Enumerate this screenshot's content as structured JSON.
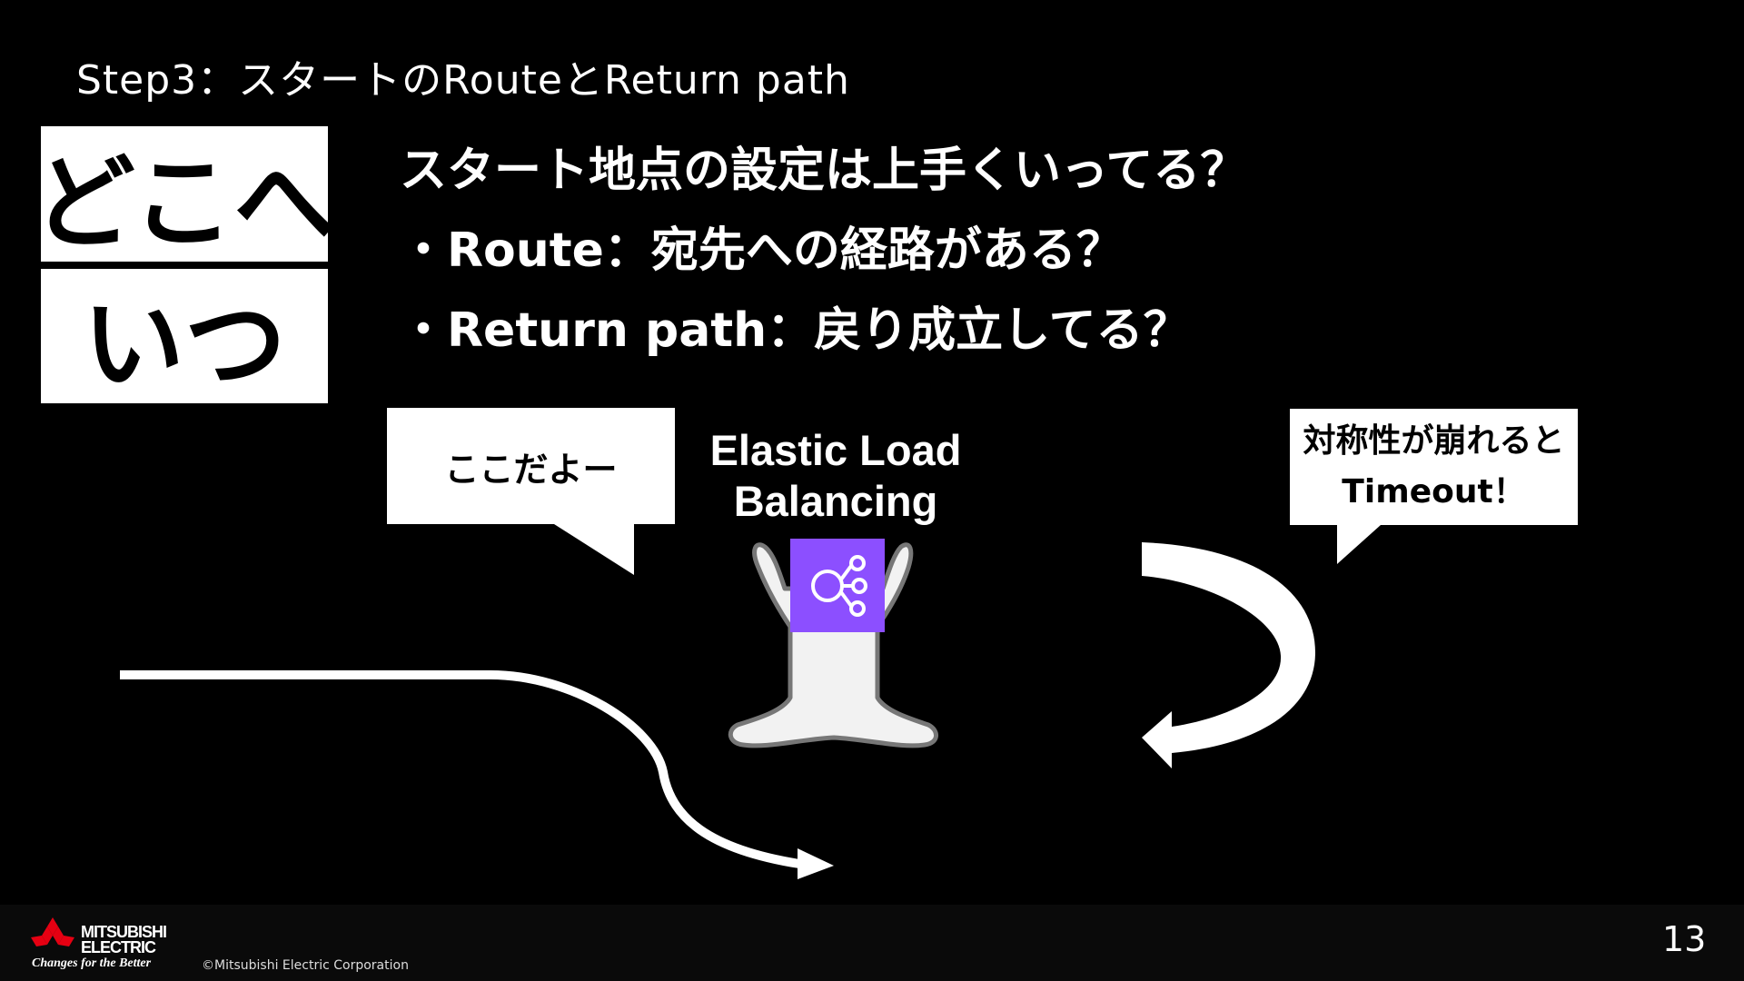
{
  "slide": {
    "title": "Step3：スタートのRouteとReturn path",
    "tags": {
      "where": "どこへ",
      "when": "いつ"
    },
    "questions": {
      "lead": "スタート地点の設定は上手くいってる？",
      "items": [
        "Route：宛先への経路がある？",
        "Return path：戻り成立してる？"
      ]
    },
    "bubbles": {
      "left": "ここだよー",
      "right_line1": "対称性が崩れると",
      "right_line2": "Timeout！"
    },
    "elb": {
      "line1": "Elastic Load",
      "line2": "Balancing",
      "icon": "elb-icon",
      "icon_color": "#8c4fff"
    },
    "icons": {
      "figure": "standing-figure-icon",
      "curved_arrow": "curved-arrow-icon",
      "u_turn_arrow": "u-turn-arrow-icon"
    }
  },
  "footer": {
    "logo_line1": "MITSUBISHI",
    "logo_line2": "ELECTRIC",
    "tagline": "Changes for the Better",
    "copyright": "©Mitsubishi Electric Corporation",
    "page_number": "13",
    "logo_color": "#e60012"
  }
}
